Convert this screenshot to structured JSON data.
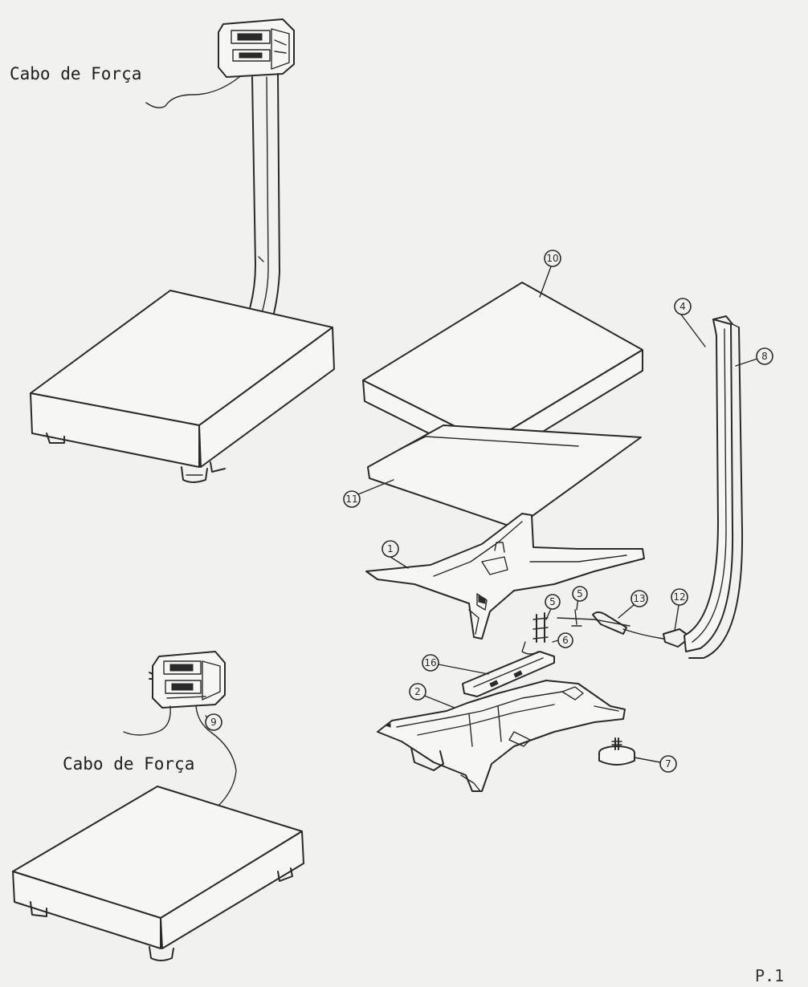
{
  "labels": {
    "power_cable_top": "Cabo de Força",
    "power_cable_bottom": "Cabo de Força",
    "page_number": "P.1"
  },
  "callouts": [
    {
      "id": "callout-10",
      "text": "10"
    },
    {
      "id": "callout-4",
      "text": "4"
    },
    {
      "id": "callout-8",
      "text": "8"
    },
    {
      "id": "callout-11",
      "text": "11"
    },
    {
      "id": "callout-1",
      "text": "1"
    },
    {
      "id": "callout-5a",
      "text": "5"
    },
    {
      "id": "callout-5b",
      "text": "5"
    },
    {
      "id": "callout-13",
      "text": "13"
    },
    {
      "id": "callout-12",
      "text": "12"
    },
    {
      "id": "callout-6",
      "text": "6"
    },
    {
      "id": "callout-16",
      "text": "16"
    },
    {
      "id": "callout-2",
      "text": "2"
    },
    {
      "id": "callout-7",
      "text": "7"
    },
    {
      "id": "callout-9",
      "text": "9"
    }
  ]
}
